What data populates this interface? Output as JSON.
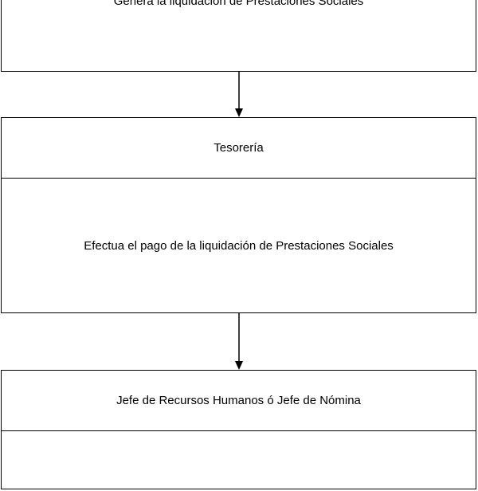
{
  "steps": [
    {
      "role": "",
      "description": "Genera la liquidación de Prestaciones Sociales"
    },
    {
      "role": "Tesorería",
      "description": "Efectua el pago de la liquidación de Prestaciones Sociales"
    },
    {
      "role": "Jefe de Recursos Humanos ó Jefe de Nómina",
      "description": ""
    }
  ],
  "colors": {
    "line": "#000000",
    "background": "#ffffff"
  }
}
